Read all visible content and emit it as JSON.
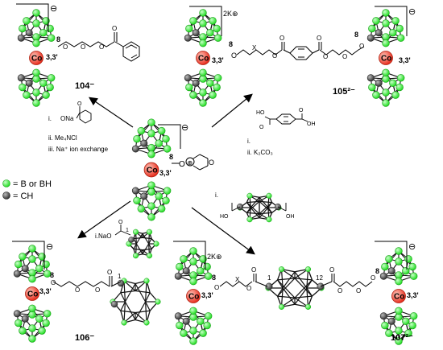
{
  "legend": {
    "boron_label": "= B or BH",
    "carbon_label": "= CH"
  },
  "colors": {
    "boron": "#33ee33",
    "carbon": "#555555",
    "cobalt": "#ff5a4a",
    "bond": "#111111"
  },
  "start": {
    "charge": "⊖",
    "pos8": "8",
    "pos33": "3,3'",
    "co": "Co",
    "oxonium": "⊕"
  },
  "products": {
    "p104": {
      "name": "104⁻",
      "charge": "⊖",
      "pos8": "8",
      "pos33": "3,3'",
      "co": "Co"
    },
    "p105": {
      "name": "105²⁻",
      "charge": "⊖",
      "counter": "2K⊕",
      "pos8a": "8",
      "pos8b": "8",
      "pos33a": "3,3'",
      "pos33b": "3,3'",
      "x": "X",
      "co": "Co"
    },
    "p106": {
      "name": "106⁻",
      "charge": "⊖",
      "pos8": "8",
      "pos33": "3,3'",
      "c1": "1",
      "co": "Co"
    },
    "p107": {
      "name": "107²⁻",
      "charge": "⊖",
      "counter": "2K⊕",
      "pos8a": "8",
      "pos8b": "8",
      "pos33a": "3,3'",
      "pos33b": "3,3'",
      "x": "X",
      "c1": "1",
      "c12": "12",
      "co": "Co"
    }
  },
  "conditions": {
    "c104": [
      "i.",
      "ii. Me₄NCl",
      "iii. Na⁺ ion exchange"
    ],
    "c104_reagent": "ONa",
    "c105": [
      "i.",
      "ii. K₂CO₃"
    ],
    "c106": "i.NaO",
    "c106_c1": "1",
    "c107": "i.",
    "c107_ho_left": "HO",
    "c107_oh_right": "OH"
  }
}
